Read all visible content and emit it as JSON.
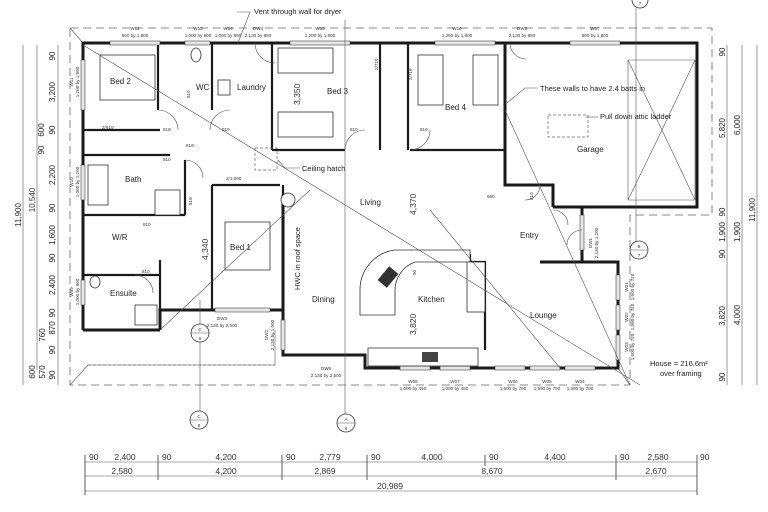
{
  "rooms": [
    "Bed 2",
    "WC",
    "Laundry",
    "Bed 3",
    "Bed 4",
    "Garage",
    "Bath",
    "Living",
    "Entry",
    "W/R",
    "Bed 1",
    "Ensuite",
    "Dining",
    "Kitchen",
    "Lounge"
  ],
  "notes": {
    "vent": "Vent through wall for dryer",
    "batts": "These walls to have 2.4 batts in",
    "attic": "Pull down attic ladder",
    "hatch": "Ceiling hatch",
    "hwc": "HWC in roof space",
    "area_line1": "House = 216.6m²",
    "area_line2": "over framing"
  },
  "openings": [
    {
      "id": "W12",
      "size": "600 by 1,800"
    },
    {
      "id": "W13",
      "size": "1,000 by 800"
    },
    {
      "id": "W14",
      "size": "1,000 by 600"
    },
    {
      "id": "DW4",
      "size": "2,130 by 880"
    },
    {
      "id": "W15",
      "size": "1,200 by 1,800"
    },
    {
      "id": "W16",
      "size": "1,200 by 1,800"
    },
    {
      "id": "DW5",
      "size": "2,130 by 880"
    },
    {
      "id": "W17",
      "size": "600 by 1,800"
    },
    {
      "id": "W11",
      "size": "1,200 by 1,800"
    },
    {
      "id": "W10",
      "size": "1,000 by 1,200"
    },
    {
      "id": "W09",
      "size": "1,000 by 800"
    },
    {
      "id": "DW3",
      "size": "2,130 by 2,500"
    },
    {
      "id": "DW2",
      "size": "2,130 by 1,500"
    },
    {
      "id": "DW6",
      "size": "2,130 by 2,500"
    },
    {
      "id": "W08",
      "size": "1,000 by 450"
    },
    {
      "id": "W07",
      "size": "1,000 by 450"
    },
    {
      "id": "W06",
      "size": "1,500 by 700"
    },
    {
      "id": "W05",
      "size": "1,500 by 700"
    },
    {
      "id": "W04",
      "size": "1,500 by 700"
    },
    {
      "id": "DW1",
      "size": "2,130 by 1,200"
    },
    {
      "id": "W01",
      "size": "1,500 by 720"
    },
    {
      "id": "W02",
      "size": "1,500 by 720"
    },
    {
      "id": "W03",
      "size": "1,500 by 720"
    }
  ],
  "doors": [
    "810",
    "810",
    "810",
    "2/810",
    "810",
    "810",
    "810",
    "810",
    "810",
    "810",
    "2/1,000",
    "2/710",
    "2/710",
    "660",
    "810",
    "810"
  ],
  "interior_dims": [
    "3,350",
    "4,370",
    "4,340",
    "3,820",
    "90"
  ],
  "section_markers": [
    {
      "letter": "C",
      "sheet": "8"
    },
    {
      "letter": "A",
      "sheet": "6"
    },
    {
      "letter": "B",
      "sheet": "7"
    },
    {
      "letter": "C",
      "sheet": "8"
    },
    {
      "letter": "",
      "sheet": "7"
    }
  ],
  "bottom_dims": {
    "row1": [
      "90",
      "2,400",
      "90",
      "4,200",
      "90",
      "2,779",
      "90",
      "4,000",
      "90",
      "4,400",
      "90",
      "2,580",
      "90"
    ],
    "row2": [
      "2,580",
      "4,200",
      "2,869",
      "8,670",
      "2,670"
    ],
    "total": "20,989"
  },
  "left_dims": {
    "outer": "11,900",
    "middle": "10,540",
    "inner": [
      "90",
      "3,200",
      "90",
      "600",
      "90",
      "2,200",
      "90",
      "1,600",
      "90",
      "2,400",
      "90",
      "870",
      "760",
      "90",
      "600",
      "570",
      "90"
    ]
  },
  "right_dims": {
    "inner": [
      "90",
      "5,820",
      "90",
      "1,900",
      "90",
      "3,820",
      "90"
    ],
    "middle": [
      "6,000",
      "1,900",
      "4,000"
    ],
    "outer": "11,900"
  }
}
